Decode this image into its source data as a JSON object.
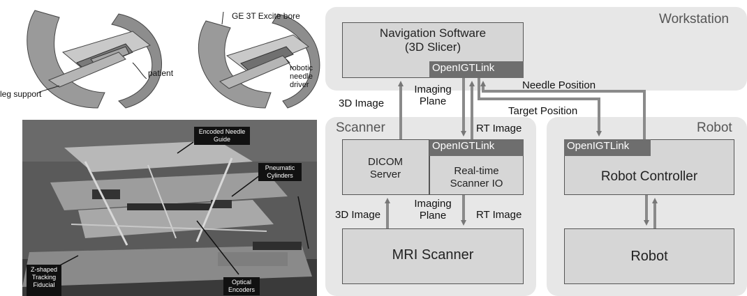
{
  "illustration": {
    "left_labels": {
      "patient": "patient",
      "leg_support": "leg support"
    },
    "right_labels": {
      "bore": "GE 3T Excite bore",
      "driver": "robotic\nneedle\ndriver"
    }
  },
  "photo": {
    "callouts": {
      "needle_guide": "Encoded Needle Guide",
      "pneumatic": "Pneumatic Cylinders",
      "fiducial": "Z-shaped Tracking Fiducial",
      "encoders": "Optical Encoders"
    }
  },
  "diagram": {
    "workstation": {
      "title": "Workstation",
      "nav_line1": "Navigation Software",
      "nav_line2": "(3D Slicer)",
      "igt": "OpenIGTLink"
    },
    "scanner": {
      "title": "Scanner",
      "dicom_line1": "DICOM",
      "dicom_line2": "Server",
      "igt": "OpenIGTLink",
      "rt_line1": "Real-time",
      "rt_line2": "Scanner IO",
      "mri": "MRI Scanner"
    },
    "robot": {
      "title": "Robot",
      "igt": "OpenIGTLink",
      "controller": "Robot Controller",
      "robot": "Robot"
    },
    "arrows": {
      "upper_3d": "3D Image",
      "upper_imaging_1": "Imaging",
      "upper_imaging_2": "Plane",
      "upper_rt": "RT Image",
      "needle_position": "Needle Position",
      "target_position": "Target Position",
      "lower_3d": "3D Image",
      "lower_imaging_1": "Imaging",
      "lower_imaging_2": "Plane",
      "lower_rt": "RT Image"
    }
  }
}
